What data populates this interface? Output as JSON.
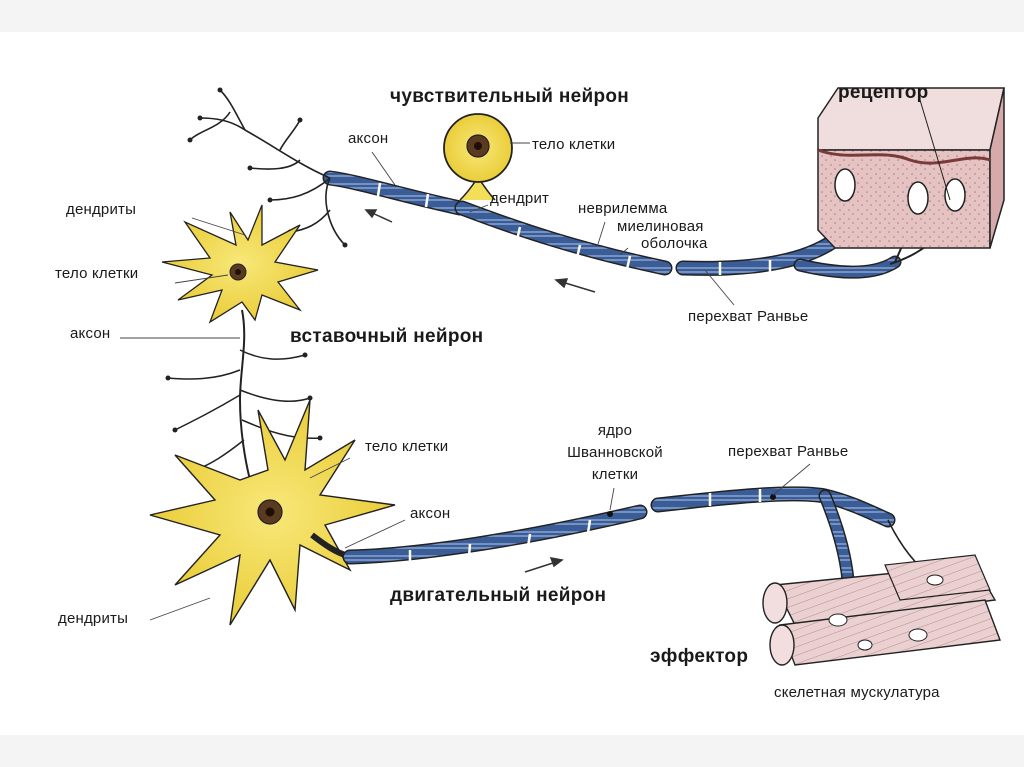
{
  "sensory_neuron": {
    "title": "чувствительный нейрон",
    "axon": "аксон",
    "cell_body": "тело клетки",
    "dendrite": "дендрит",
    "neurilemma": "неврилемма",
    "myelin_sheath_1": "миелиновая",
    "myelin_sheath_2": "оболочка",
    "node_of_ranvier": "перехват Ранвье",
    "receptor": "рецептор"
  },
  "interneuron": {
    "title": "вставочный нейрон",
    "dendrites": "дендриты",
    "cell_body": "тело клетки",
    "axon": "аксон"
  },
  "motor_neuron": {
    "title": "двигательный нейрон",
    "cell_body": "тело клетки",
    "axon": "аксон",
    "dendrites": "дендриты",
    "schwann_1": "ядро",
    "schwann_2": "Шванновской",
    "schwann_3": "клетки",
    "node_of_ranvier": "перехват Ранвье",
    "effector": "эффектор",
    "muscle": "скелетная мускулатура"
  },
  "colors": {
    "soma": "#f3df57",
    "myelin": "#2d4d86",
    "skin": "#e8c8c8",
    "muscle": "#ead0d0",
    "outline": "#222222"
  }
}
